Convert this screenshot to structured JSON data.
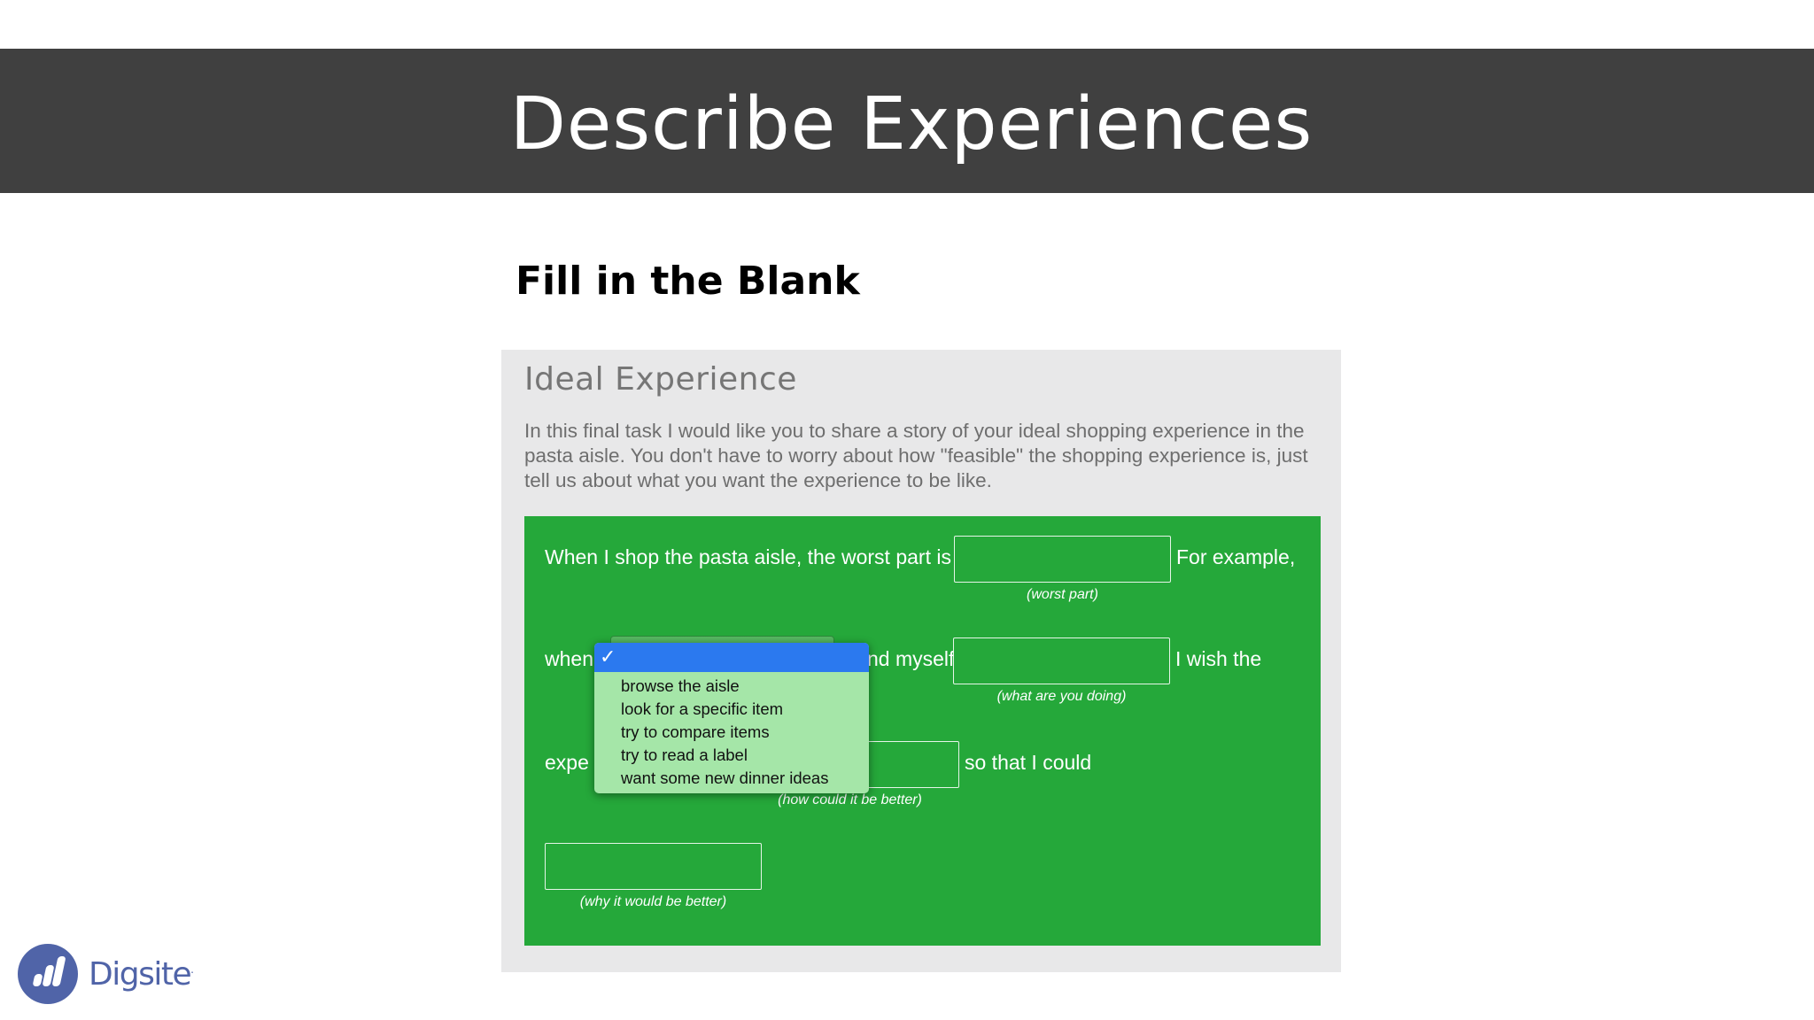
{
  "slide": {
    "title": "Describe Experiences",
    "subtitle": "Fill in the Blank"
  },
  "card": {
    "heading": "Ideal Experience",
    "description": "In this final task I would like you to share a story of your ideal shopping experience in the pasta aisle. You don't have to worry about how \"feasible\" the shopping experience is, just tell us about what you want the experience to be like."
  },
  "sentence": {
    "part1": "When I shop the pasta aisle, the worst part is",
    "part2": "For example,",
    "part3": "when",
    "part4": "nd myself",
    "part5": "I wish the",
    "part6": "expe",
    "part7": "so that I could"
  },
  "blanks": {
    "worst_part": {
      "value": "",
      "hint": "(worst part)"
    },
    "what_doing": {
      "value": "",
      "hint": "(what are you doing)"
    },
    "how_better": {
      "value": "",
      "hint": "(how could it be better)"
    },
    "why_better": {
      "value": "",
      "hint": "(why it would be better)"
    }
  },
  "dropdown": {
    "selected_label": "",
    "check_icon": "✓",
    "options": [
      "browse the aisle",
      "look for a specific item",
      "try to compare items",
      "try to read a label",
      "want some new dinner ideas"
    ]
  },
  "logo": {
    "name": "Digsite",
    "mark": "."
  },
  "colors": {
    "title_bar": "#404040",
    "card_bg": "#e8e8e9",
    "green_panel": "#25a83a",
    "dropdown_bg": "#a5e6a8",
    "dropdown_selected": "#2b79ef",
    "brand": "#5064a8"
  }
}
